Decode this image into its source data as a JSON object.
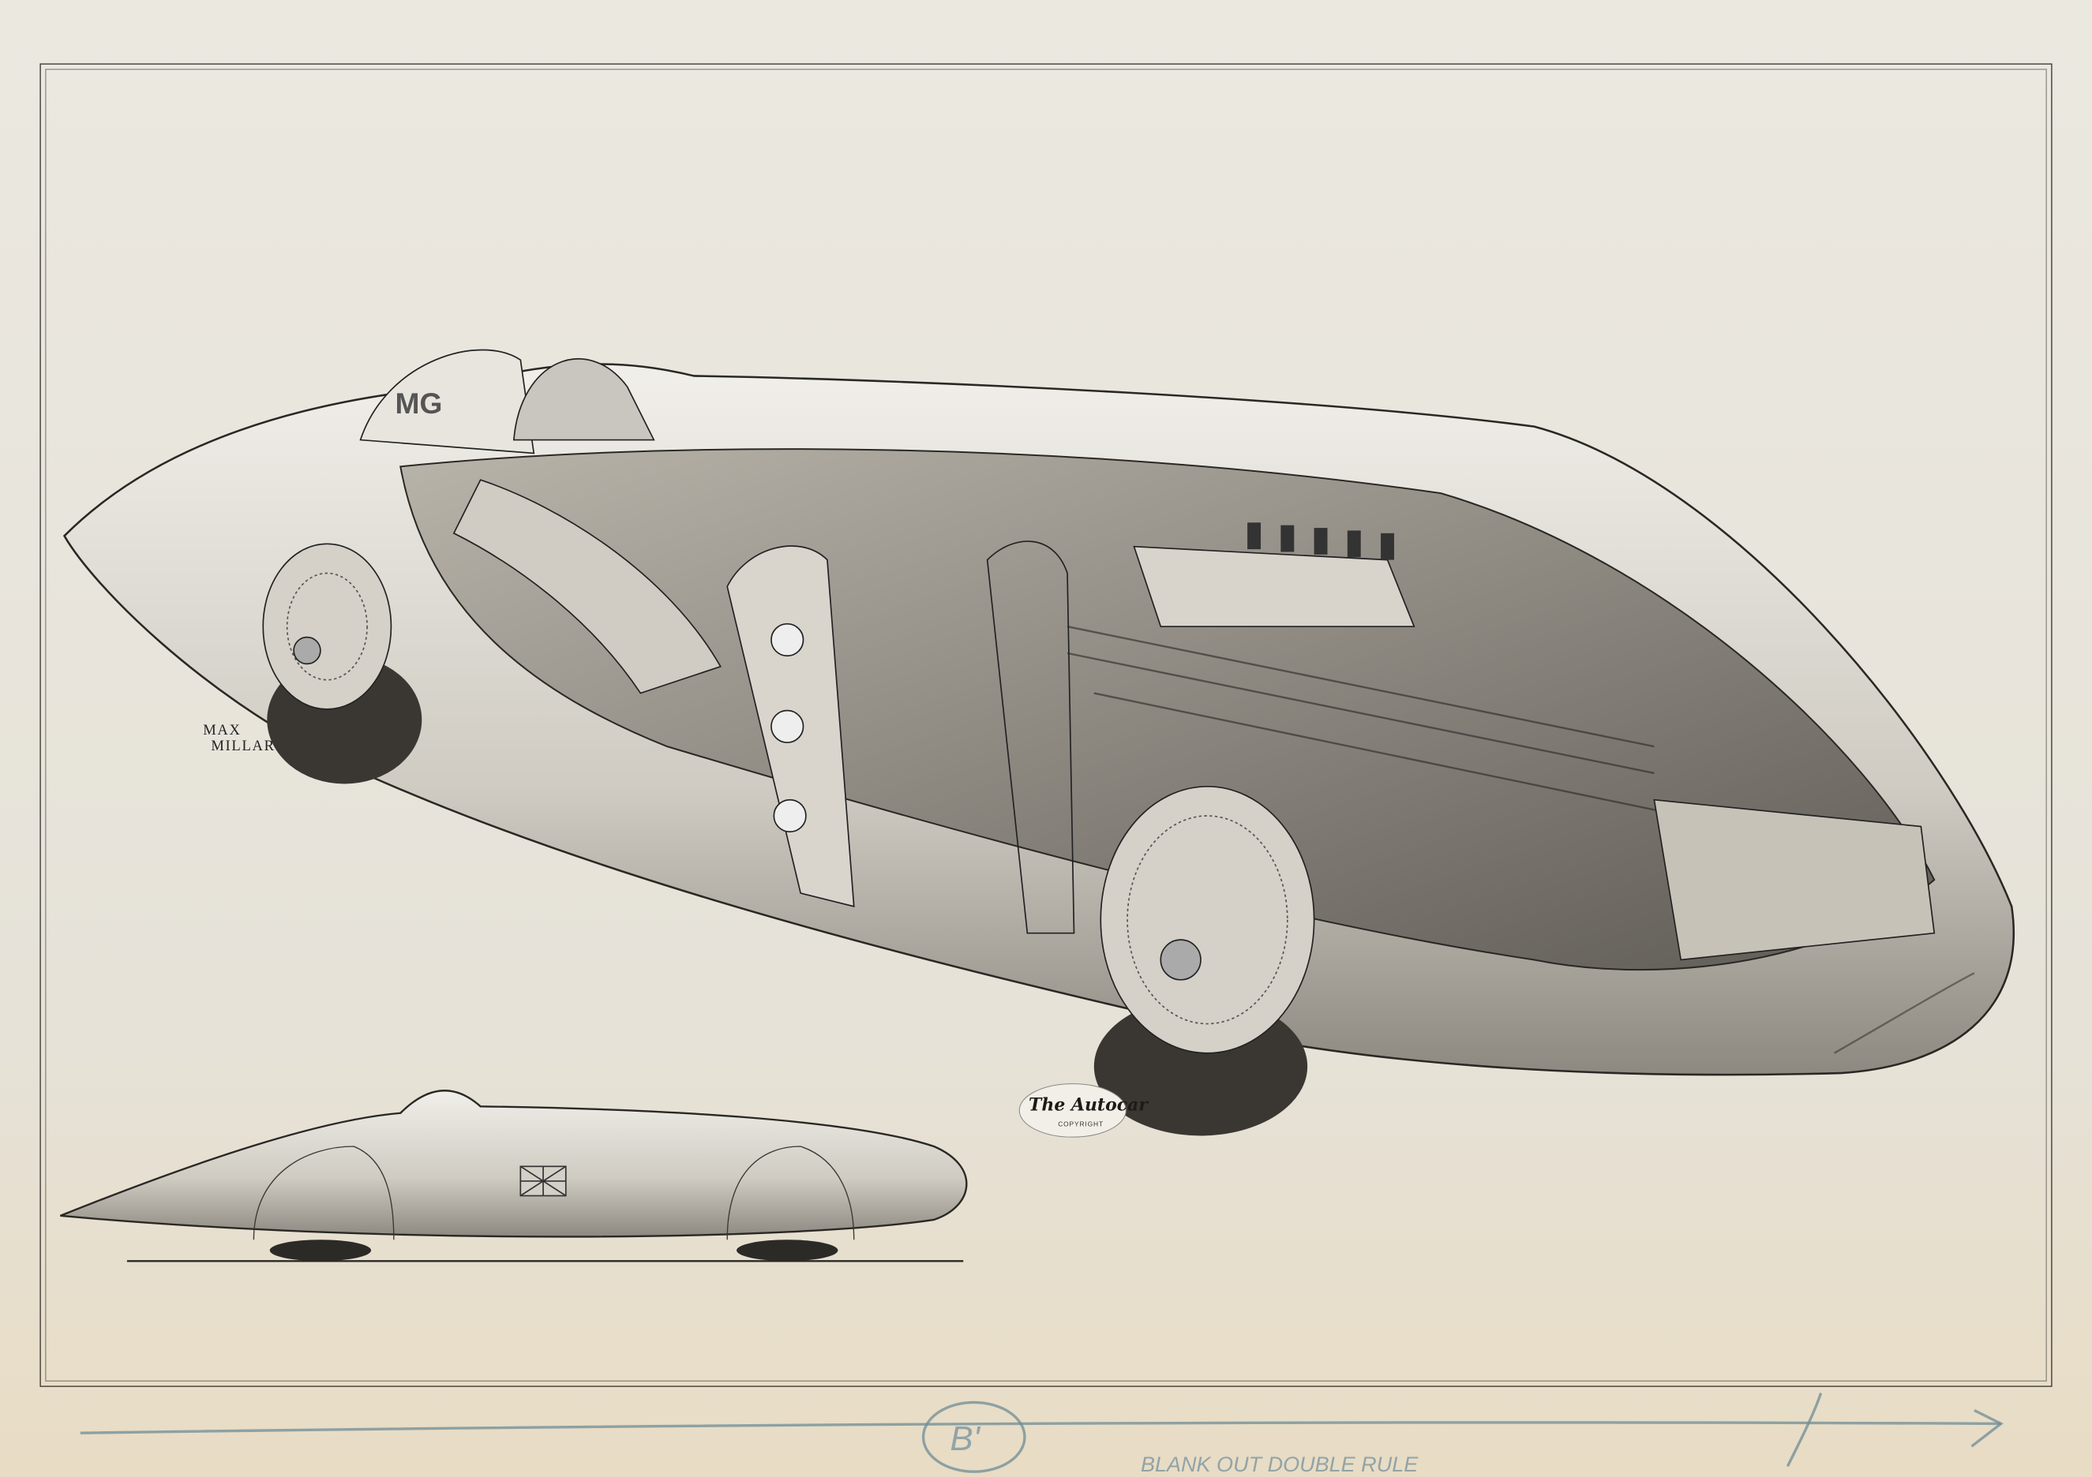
{
  "artwork": {
    "car_badge": "MG",
    "signature": {
      "line1": "MAX",
      "line2": "MILLAR"
    },
    "stamp": {
      "title": "The Autocar",
      "subtitle": "COPYRIGHT"
    },
    "pencil_notes": {
      "ref": "B'",
      "instruction": "BLANK OUT DOUBLE RULE"
    },
    "colors": {
      "paper": "#e9e5dc",
      "ink": "#2a2824",
      "pencil": "#6f8c96"
    }
  }
}
